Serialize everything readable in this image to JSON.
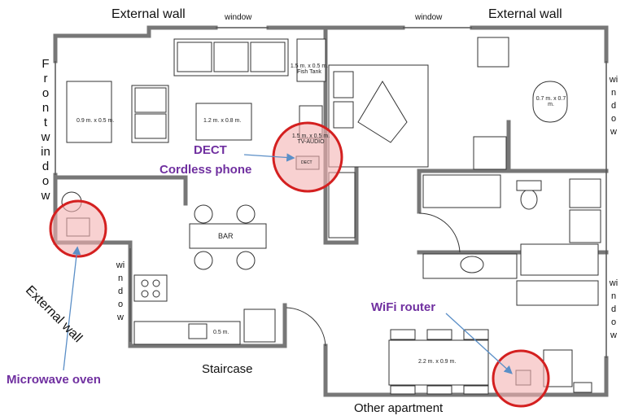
{
  "labels": {
    "external_wall_top_left": "External wall",
    "external_wall_top_right": "External wall",
    "external_wall_left": "External wall",
    "window": "window",
    "front_window": "Front window",
    "staircase": "Staircase",
    "other_apartment": "Other apartment",
    "bar": "BAR",
    "table_small": "0.9 m. x 0.5 m.",
    "table_coffee": "1.2 m. x 0.8 m.",
    "fish_tank": "1.5 m. x 0.5 m. Fish Tank",
    "tv_audio": "1.5 m. x 0.5 m. TV-AUDIO",
    "dect_device": "DECT",
    "table_round": "0.7 m. x 0.7 m.",
    "dining_table": "2.2 m. x 0.9 m.",
    "sink_counter": "0.5 m."
  },
  "callouts": {
    "dect_line1": "DECT",
    "dect_line2": "Cordless phone",
    "wifi": "WiFi router",
    "microwave": "Microwave oven"
  },
  "colors": {
    "wall": "#777777",
    "callout_text": "#7030a0",
    "highlight_fill": "#f3b3b3",
    "highlight_stroke": "#d42020",
    "arrow": "#5b8fc7"
  }
}
